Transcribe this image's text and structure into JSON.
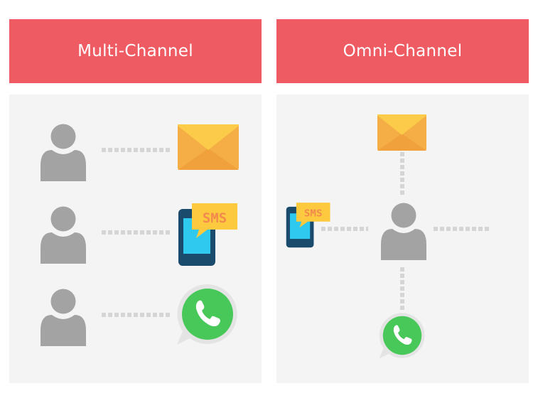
{
  "colors": {
    "accent": "#ef5b62",
    "panel": "#f4f4f4",
    "user": "#a3a3a3",
    "connector": "#d5d5d5",
    "envelope": "#f4ae45",
    "envelope_flap": "#fccb49",
    "phone_body": "#1a4b6d",
    "phone_screen": "#2fc8ee",
    "sms_bubble": "#fcc93f",
    "sms_text": "#f2894d",
    "whatsapp_green": "#49c85a"
  },
  "panels": [
    {
      "title": "Multi-Channel",
      "channels": [
        "envelope-icon",
        "sms-phone-icon",
        "whatsapp-icon"
      ]
    },
    {
      "title": "Omni-Channel",
      "channels": [
        "envelope-icon",
        "sms-phone-icon",
        "whatsapp-icon"
      ]
    }
  ],
  "sms_label": "SMS"
}
